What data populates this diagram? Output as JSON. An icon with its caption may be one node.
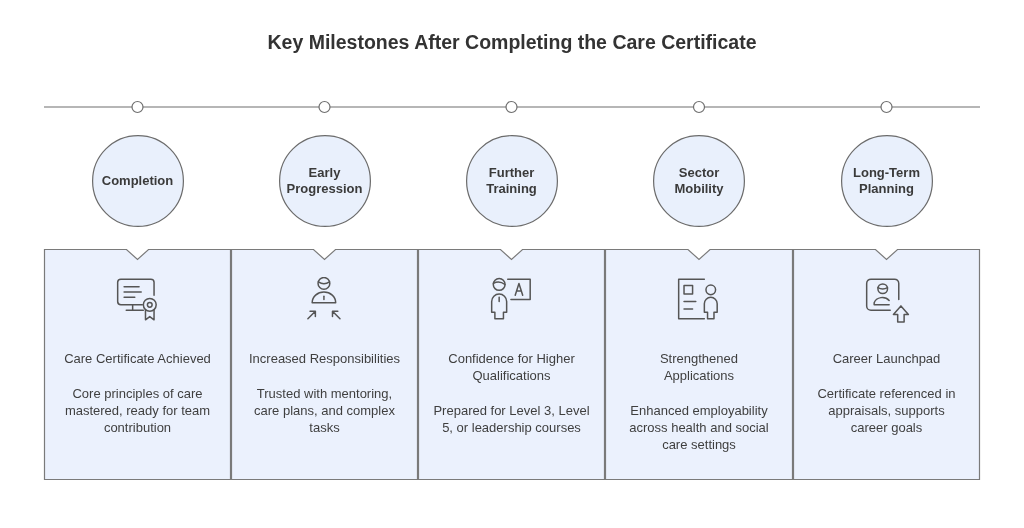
{
  "diagram": {
    "title": "Key Milestones After Completing the Care Certificate",
    "nodes": [
      {
        "text": [
          "Completion"
        ]
      },
      {
        "text": [
          "Early Progression"
        ]
      },
      {
        "text": [
          "Further Training"
        ]
      },
      {
        "text": [
          "Sector Mobility"
        ]
      },
      {
        "text": [
          "Long-Term Planning"
        ]
      },
      {
        "text": [
          "Care Certificate Achieved",
          "Core principles of care mastered, ready for team contribution"
        ]
      },
      {
        "text": [
          "Increased Responsibilities",
          "Trusted with mentoring, care plans, and complex tasks"
        ]
      },
      {
        "text": [
          "Confidence for Higher Qualifications",
          "Prepared for Level 3, Level 5, or leadership courses"
        ]
      },
      {
        "text": [
          "Strengthened Applications",
          "Enhanced employability across health and social care settings"
        ]
      },
      {
        "text": [
          "Career Launchpad",
          "Certificate referenced in appraisals, supports career goals"
        ]
      }
    ]
  }
}
